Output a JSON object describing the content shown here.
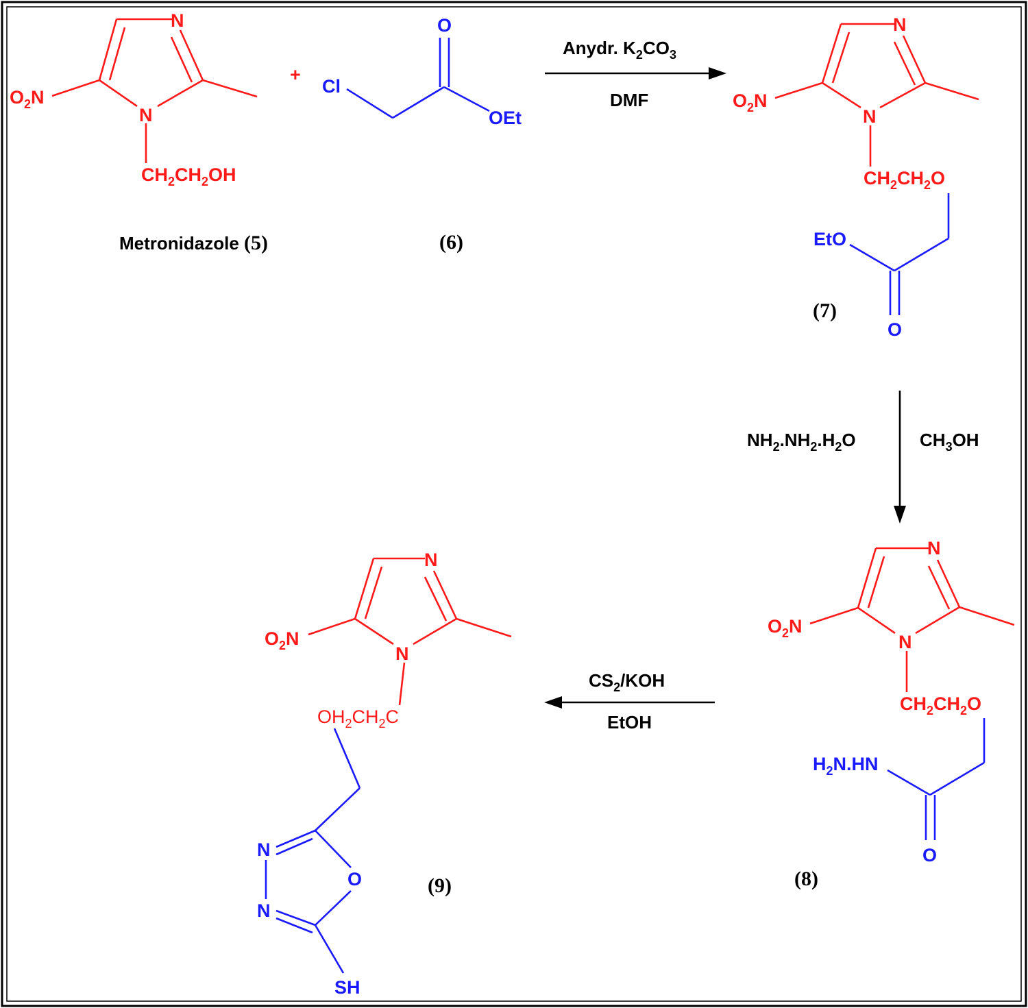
{
  "colors": {
    "frame": "#000000",
    "fragment_a": "#ff1a1a",
    "fragment_b": "#1a1aff",
    "text": "#000000"
  },
  "compounds": {
    "c5": {
      "name": "Metronidazole",
      "number": "(5)",
      "atoms": {
        "n_top": "N",
        "n_ring": "N",
        "nitro": "O",
        "nitro_sub": "2",
        "nitro_n": "N",
        "chain_parts": [
          "CH",
          "2",
          "CH",
          "2",
          "OH"
        ]
      }
    },
    "c6": {
      "number": "(6)",
      "atoms": {
        "o": "O",
        "cl": "Cl",
        "oet": "OEt"
      }
    },
    "c7": {
      "number": "(7)",
      "atoms": {
        "n_top": "N",
        "n_ring": "N",
        "nitro": "O",
        "nitro_sub": "2",
        "nitro_n": "N",
        "chain_parts": [
          "CH",
          "2",
          "CH",
          "2",
          "O"
        ],
        "eto": "EtO",
        "o": "O"
      }
    },
    "c8": {
      "number": "(8)",
      "atoms": {
        "n_top": "N",
        "n_ring": "N",
        "nitro": "O",
        "nitro_sub": "2",
        "nitro_n": "N",
        "chain_parts": [
          "CH",
          "2",
          "CH",
          "2",
          "O"
        ],
        "hydrazide_parts": [
          "H",
          "2",
          "N.HN"
        ],
        "o": "O"
      }
    },
    "c9": {
      "number": "(9)",
      "atoms": {
        "n_top": "N",
        "n_ring": "N",
        "nitro": "O",
        "nitro_sub": "2",
        "nitro_n": "N",
        "chain_parts": [
          "OH",
          "2",
          "CH",
          "2",
          "C"
        ],
        "n1": "N",
        "n2": "N",
        "o_ring": "O",
        "sh": "SH"
      }
    }
  },
  "plus": "+",
  "reactions": {
    "step1": {
      "above_parts": [
        "Anydr. K",
        "2",
        "CO",
        "3"
      ],
      "below": "DMF"
    },
    "step2": {
      "left_parts": [
        "NH",
        "2",
        ".NH",
        "2",
        ".H",
        "2",
        "O"
      ],
      "right_parts": [
        "CH",
        "3",
        "OH"
      ]
    },
    "step3": {
      "above_parts": [
        "CS",
        "2",
        "/KOH"
      ],
      "below": "EtOH"
    }
  }
}
